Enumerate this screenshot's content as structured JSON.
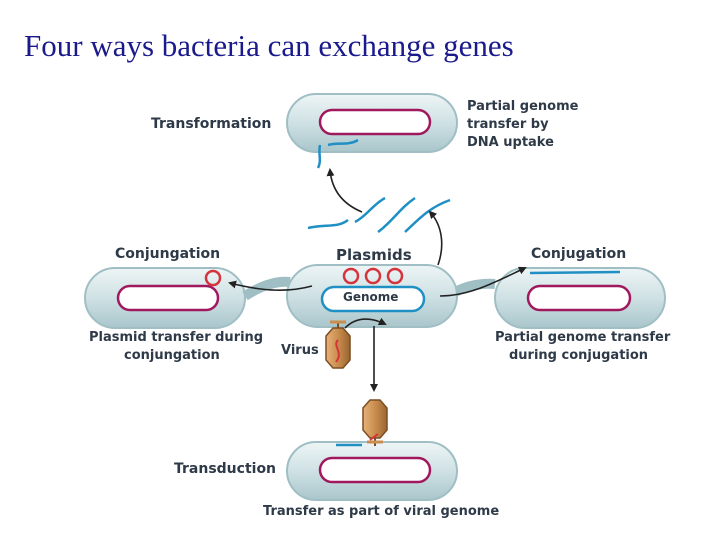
{
  "title": "Four ways bacteria can exchange genes",
  "labels": {
    "transformation": "Transformation",
    "transformation_desc_1": "Partial genome",
    "transformation_desc_2": "transfer by",
    "transformation_desc_3": "DNA uptake",
    "conjungation_left": "Conjungation",
    "plasmids": "Plasmids",
    "genome": "Genome",
    "conjugation_right": "Conjugation",
    "plasmid_transfer_1": "Plasmid transfer during",
    "plasmid_transfer_2": "conjungation",
    "virus": "Virus",
    "partial_genome_1": "Partial genome transfer",
    "partial_genome_2": "during conjugation",
    "transduction": "Transduction",
    "transduction_desc": "Transfer as part of viral genome"
  },
  "colors": {
    "title": "#1a1a8c",
    "cell_body": "#cfe1e4",
    "cell_outline": "#9fbfc5",
    "chromosome": "#a0185e",
    "dna_strand": "#1f8fc4",
    "plasmid": "#d6343c",
    "virus_head": "#c98d4e",
    "arrow": "#222222"
  },
  "icons": [
    "bacterium-cell",
    "plasmid-ring",
    "virus-particle",
    "dna-fragment",
    "arrow"
  ]
}
